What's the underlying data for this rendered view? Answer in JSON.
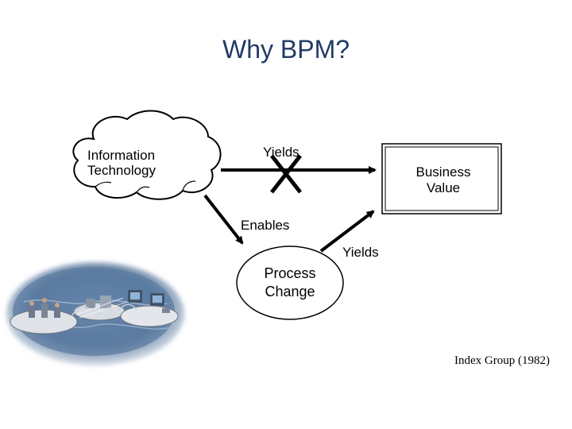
{
  "title": "Why BPM?",
  "nodes": {
    "information_technology": "Information\nTechnology",
    "business_value": "Business\nValue",
    "process_change": "Process\nChange"
  },
  "edges": {
    "it_to_value": "Yields",
    "it_to_process": "Enables",
    "process_to_value": "Yields"
  },
  "citation": "Index Group (1982)",
  "colors": {
    "title": "#1f3a66",
    "water": "#4a6f96"
  },
  "icons": {
    "cross_mark": "x-mark-icon",
    "illustration": "networked-office-islands-illustration"
  }
}
